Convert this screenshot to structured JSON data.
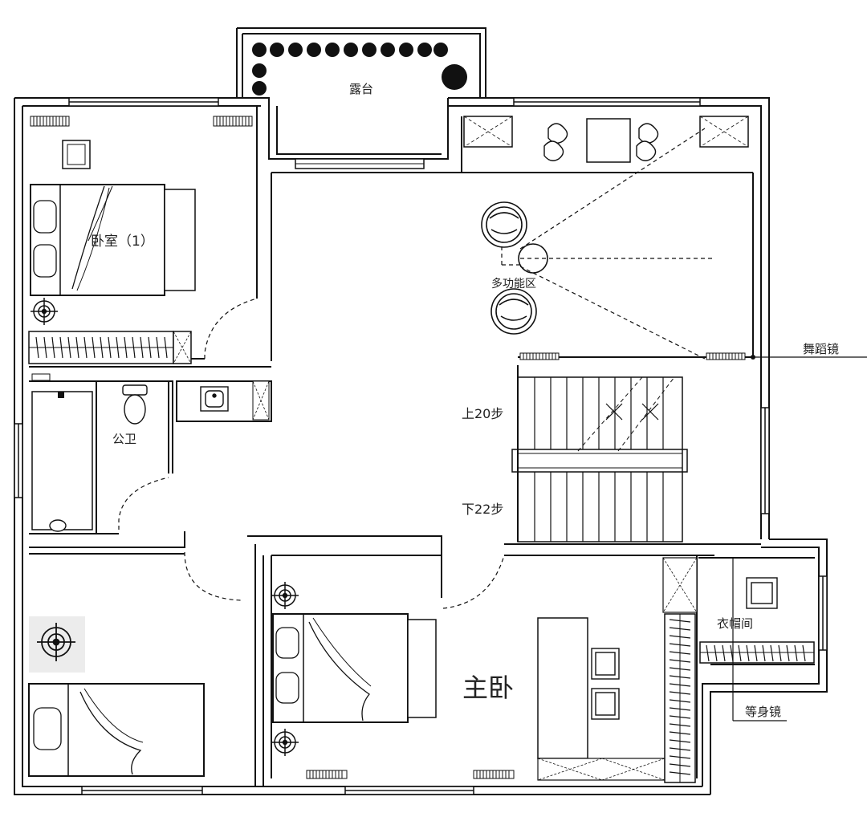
{
  "labels": {
    "terrace": "露台",
    "bedroom1": "卧室（1）",
    "multi_area": "多功能区",
    "dance_mirror": "舞蹈镜",
    "bathroom": "公卫",
    "stairs_up": "上20步",
    "stairs_down": "下22步",
    "master_bedroom": "主卧",
    "cloakroom": "衣帽间",
    "full_mirror": "等身镜"
  }
}
